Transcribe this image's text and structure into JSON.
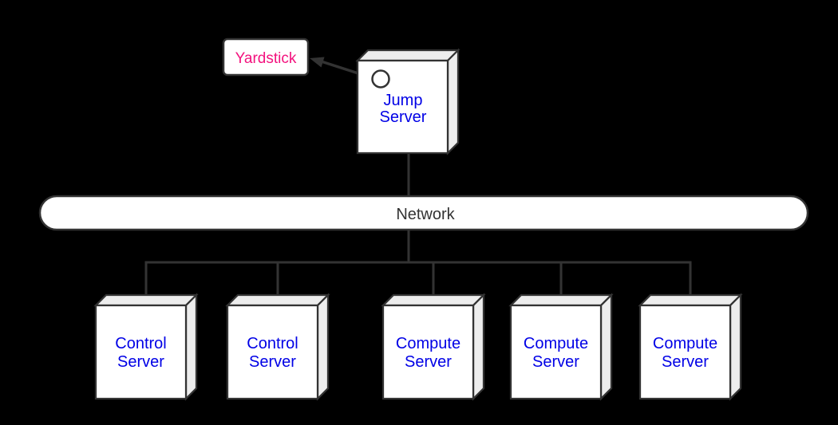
{
  "diagram": {
    "title_semantic": "yardstick-test-topology",
    "background_color": "#000000",
    "colors": {
      "line_stroke": "#333333",
      "node_front_fill": "#ffffff",
      "node_shade_fill": "#ededed",
      "server_label_color": "#0000e6",
      "yardstick_label_color": "#f3127e",
      "network_label_color": "#333333"
    },
    "yardstick": {
      "label": "Yardstick"
    },
    "jump_server": {
      "line1": "Jump",
      "line2": "Server"
    },
    "network": {
      "label": "Network"
    },
    "servers": [
      {
        "line1": "Control",
        "line2": "Server"
      },
      {
        "line1": "Control",
        "line2": "Server"
      },
      {
        "line1": "Compute",
        "line2": "Server"
      },
      {
        "line1": "Compute",
        "line2": "Server"
      },
      {
        "line1": "Compute",
        "line2": "Server"
      }
    ]
  }
}
